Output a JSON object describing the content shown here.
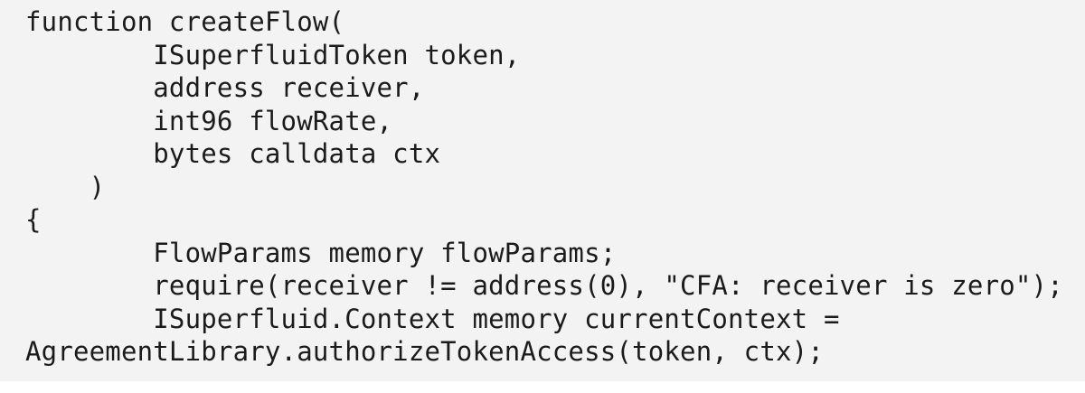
{
  "code": {
    "lines": [
      "function createFlow(",
      "        ISuperfluidToken token,",
      "        address receiver,",
      "        int96 flowRate,",
      "        bytes calldata ctx",
      "    )",
      "{",
      "        FlowParams memory flowParams;",
      "        require(receiver != address(0), \"CFA: receiver is zero\");",
      "        ISuperfluid.Context memory currentContext =",
      "AgreementLibrary.authorizeTokenAccess(token, ctx);"
    ]
  },
  "colors": {
    "background": "#f3f3f3",
    "text": "#1b1b1b"
  }
}
